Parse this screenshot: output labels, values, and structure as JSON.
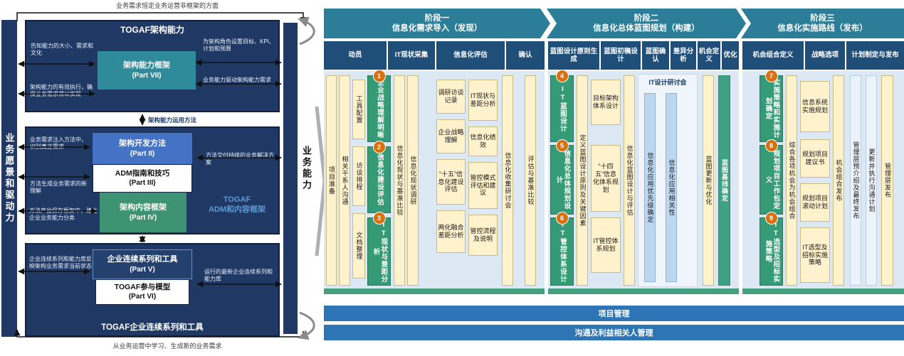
{
  "colors": {
    "navy": "#1F3864",
    "blue": "#4472C4",
    "teal_box": "#2F8A99",
    "green_box": "#359B77",
    "phase_header": "#2C7E98",
    "subheader": "#1F4E79",
    "panel": "#DCE9F5",
    "yellow": "#FFF2CC",
    "orange": "#D9700F",
    "bar_blue": "#2E75B6",
    "light_blue": "#BDD7EE",
    "baseline_green": "#44A07E"
  },
  "left": {
    "top_note": "业务需求恒定业务运营非框架的方面",
    "bottom_note": "从业务运营中学习、生成新的业务需求",
    "left_bar": "业务愿景和驱动力",
    "right_bar": "业务能力",
    "capability": {
      "title": "TOGAF架构能力",
      "part7": "架构能力框架",
      "part7_sub": "(Part VII)",
      "note_tl": "告知能力的大小、需求和文化",
      "note_tr": "为架构角色设置目标、KPI、计划和预算",
      "note_bl": "架构能力的有效执行，确保业务需求得以实现",
      "note_br": "业务能力驱动架构能力需求"
    },
    "link1_label": "架构能力运用方法",
    "adm": {
      "side_label_1": "TOGAF",
      "side_label_2": "ADM和内容框架",
      "part2": "架构开发方法",
      "part2_sub": "(Part II)",
      "part3": "ADM指南和技巧",
      "part3_sub": "(Part III)",
      "part4": "架构内容框架",
      "part4_sub": "(Part IV)",
      "note_l1": "业务需求注入方法中，识别真正需求",
      "note_r1": "方法交付持续的业务解决方案",
      "note_l2": "方法生成业务需求的新理解",
      "note_l3": "方法产出保存框架中，建立企业业务能力分类"
    },
    "continuum": {
      "title": "TOGAF企业连续系列和工具",
      "part5": "企业连续系列和工具",
      "part5_sub": "(Part V)",
      "part6": "TOGAF参与模型",
      "part6_sub": "(Part VI)",
      "note_l": "企业连续系列和能力库反映架构业务需求当前状态",
      "note_r": "运行的最新企业连续系列和能力库"
    }
  },
  "phases": [
    {
      "title": "阶段一",
      "subtitle": "信息化需求导入（发现）",
      "columns": [
        "动员",
        "IT现状采集",
        "信息化评估",
        "确认"
      ],
      "prep": "项目准备",
      "comm": "相关干系人沟通",
      "tools": [
        "工具配置",
        "访谈排程",
        "文档整理"
      ],
      "tasks": [
        {
          "num": "1",
          "label": "企业战略理解明晰"
        },
        {
          "num": "2",
          "label": "信息化建设评估"
        },
        {
          "num": "3",
          "label": "IT现状与差距分析"
        }
      ],
      "baseline_strip": "信息化现状与基准比较",
      "survey_strip": "信息化现状调研",
      "outputs_a": [
        "调研访谈记录",
        "企业战略理解",
        "“十五”信息化建设评估",
        "两化融合差距分析"
      ],
      "outputs_b": [
        "IT现状与差距分析",
        "信息化绩效",
        "管控模式评估和建议",
        "管控流程及说明"
      ],
      "workshop_strip": "信息化收集研讨会",
      "confirm_strip": "评估与基准比较"
    },
    {
      "title": "阶段二",
      "subtitle": "信息化总体蓝图规划（构建）",
      "columns": [
        "蓝图设计原则生成",
        "蓝图初稿设计",
        "蓝图确认",
        "差异分析",
        "机会定义",
        "优化"
      ],
      "tasks": [
        {
          "num": "4",
          "label": "IT蓝图设计"
        },
        {
          "num": "5",
          "label": "信息化总体规划设计"
        },
        {
          "num": "6",
          "label": "IT管控体系设计"
        }
      ],
      "principles_strip": "定义蓝图设计原则及关键因素",
      "outputs": [
        "目标架构体系设计",
        "“十四五”信息化体系规划",
        "IT管控体系规划"
      ],
      "design_strip": "信息化蓝图设计与评估",
      "workshop_label": "IT设计研讨会",
      "priority_strip": "信息化应用优先级确定",
      "relevance_strip": "信息化应用相关性",
      "update_strip": "蓝图更新与优化",
      "baseline_strip": "蓝图基线确定"
    },
    {
      "title": "阶段三",
      "subtitle": "信息化实施路线（发布）",
      "columns": [
        "机会组合定义",
        "战略选项",
        "计划制定与发布"
      ],
      "tasks": [
        {
          "num": "7",
          "label": "实施策略和实施计划确定"
        },
        {
          "num": "8",
          "label": "规划项目工作包定义"
        },
        {
          "num": "9",
          "label": "IT选型及招标实施策略"
        }
      ],
      "combine_strip": "综合各项机会为机会组合",
      "outputs": [
        "信息系统实施规划",
        "规划项目建议书",
        "规划项目滚动计划",
        "IT选型及招标实施策略"
      ],
      "release_strip": "机会组合发布",
      "preview_strip": "管理层预介绍及最终发布",
      "commplan_strip": "更新并执行沟通计划",
      "publish_strip": "管理层发布"
    }
  ],
  "footer": {
    "bar1": "项目管理",
    "bar2": "沟通及利益相关人管理"
  }
}
